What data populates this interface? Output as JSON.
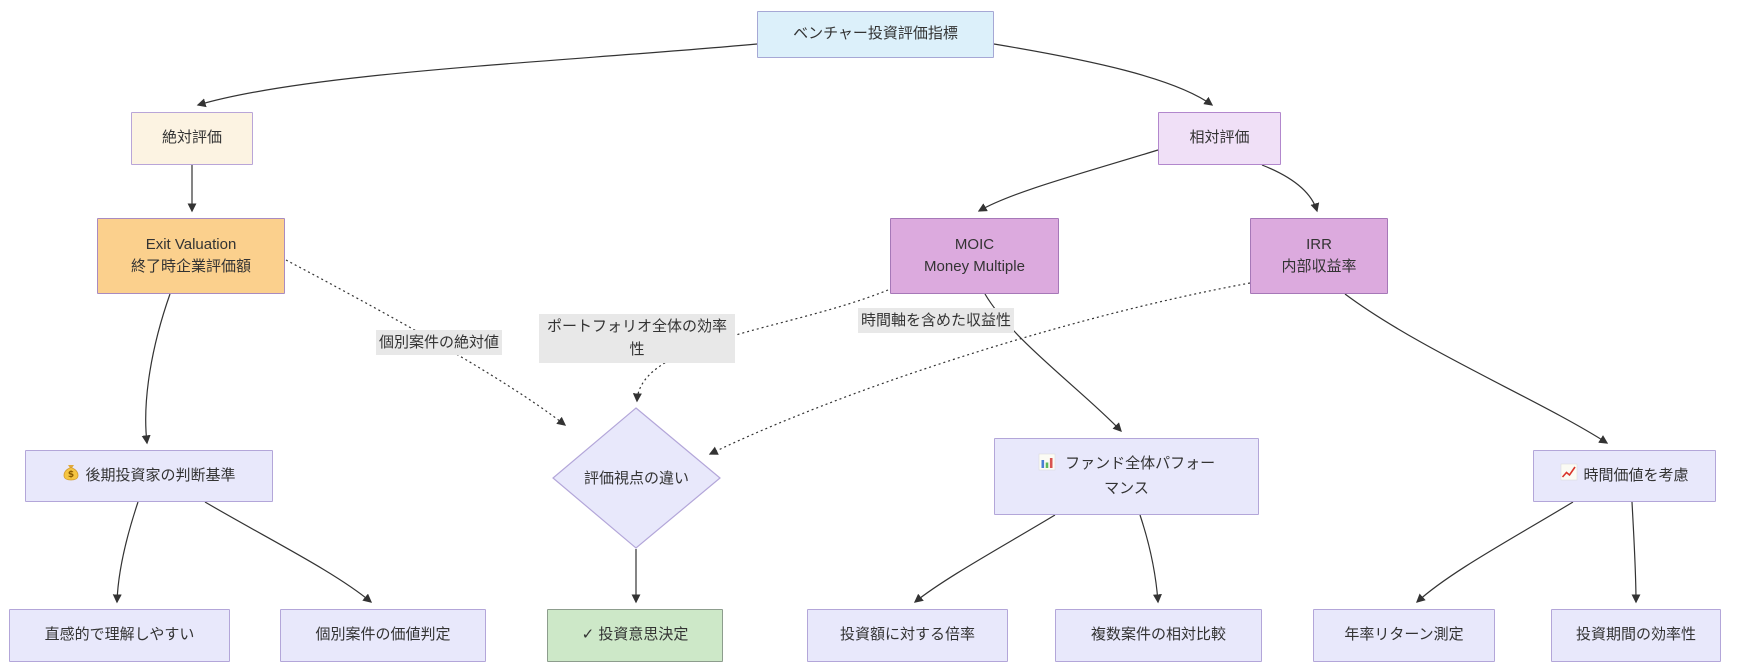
{
  "diagram": {
    "nodes": {
      "root": {
        "label": "ベンチャー投資評価指標"
      },
      "absolute": {
        "label": "絶対評価"
      },
      "relative": {
        "label": "相対評価"
      },
      "exit_valuation": {
        "line1": "Exit Valuation",
        "line2": "終了時企業評価額"
      },
      "moic": {
        "line1": "MOIC",
        "line2": "Money Multiple"
      },
      "irr": {
        "line1": "IRR",
        "line2": "内部収益率"
      },
      "viewpoint_diamond": {
        "label": "評価視点の違い"
      },
      "late_stage_investor": {
        "label": "後期投資家の判断基準",
        "icon": "money-bag-icon"
      },
      "fund_performance": {
        "label": "ファンド全体パフォーマンス",
        "icon": "bar-chart-icon"
      },
      "time_value": {
        "label": "時間価値を考慮",
        "icon": "chart-increasing-icon"
      },
      "intuitive": {
        "label": "直感的で理解しやすい"
      },
      "case_value_judgement": {
        "label": "個別案件の価値判定"
      },
      "investment_decision": {
        "label": "✓ 投資意思決定"
      },
      "multiple_on_investment": {
        "label": "投資額に対する倍率"
      },
      "relative_comparison": {
        "label": "複数案件の相対比較"
      },
      "annual_return": {
        "label": "年率リターン測定"
      },
      "period_efficiency": {
        "label": "投資期間の効率性"
      }
    },
    "edge_labels": {
      "absolute_value": "個別案件の絶対値",
      "portfolio_efficiency": "ポートフォリオ全体の効率性",
      "time_profitability": "時間軸を含めた収益性"
    },
    "colors": {
      "root_fill": "#dcf0fa",
      "root_border": "#a6a8d5",
      "absolute_fill": "#fcf3e2",
      "absolute_border": "#b9a5d8",
      "relative_fill": "#f0e0f7",
      "relative_border": "#b287cd",
      "exit_fill": "#fbd08d",
      "exit_border": "#a98bc0",
      "metric_fill": "#dcaade",
      "metric_border": "#a678b8",
      "lavender_fill": "#e8e8fb",
      "lavender_border": "#b3a6d9",
      "green_fill": "#cde8c8",
      "green_border": "#8d9d8d",
      "edge_label_bg": "#e8e8e8",
      "edge_color": "#333333"
    }
  }
}
